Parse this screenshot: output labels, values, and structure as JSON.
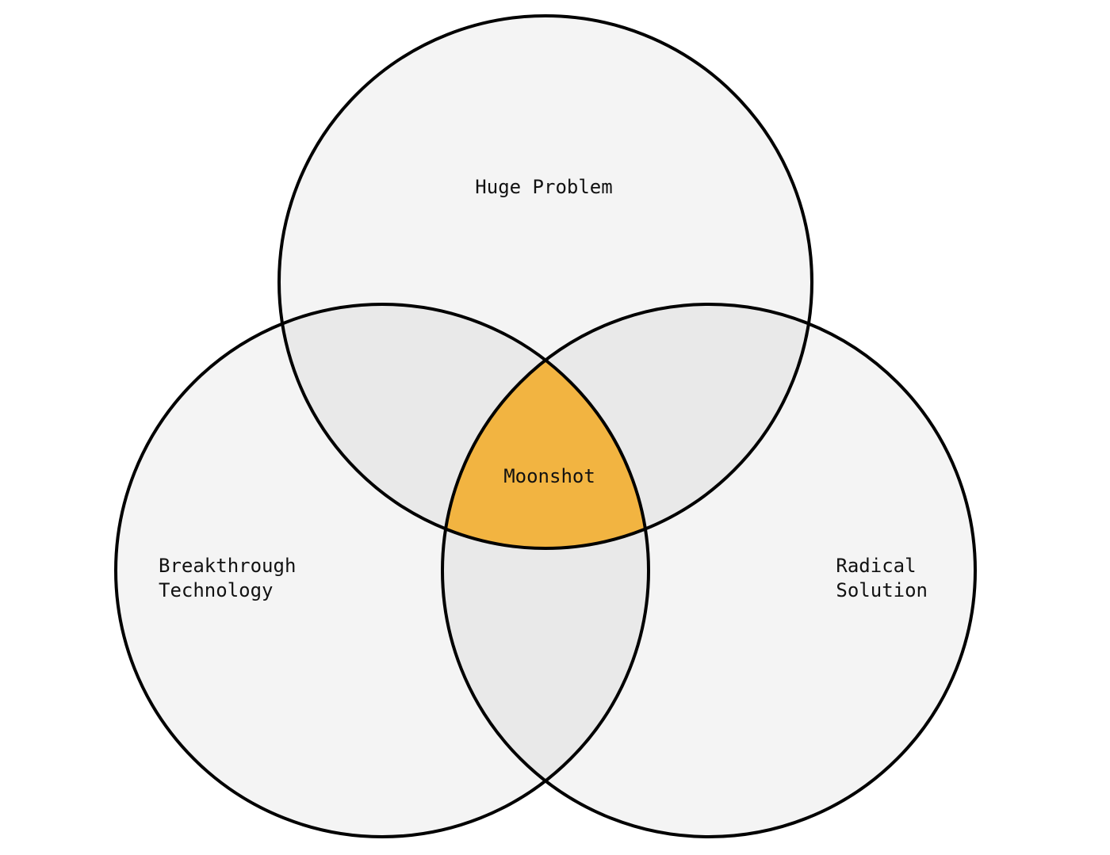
{
  "diagram": {
    "type": "venn-3",
    "colors": {
      "circle_fill": "#f4f4f4",
      "pair_overlap_fill": "#e9e9e9",
      "center_fill": "#f2b441",
      "stroke": "#000000",
      "text": "#111111"
    },
    "sets": [
      {
        "id": "top",
        "label_lines": [
          "Huge Problem"
        ]
      },
      {
        "id": "left",
        "label_lines": [
          "Breakthrough",
          "Technology"
        ]
      },
      {
        "id": "right",
        "label_lines": [
          "Radical",
          "Solution"
        ]
      }
    ],
    "center_label": "Moonshot"
  }
}
